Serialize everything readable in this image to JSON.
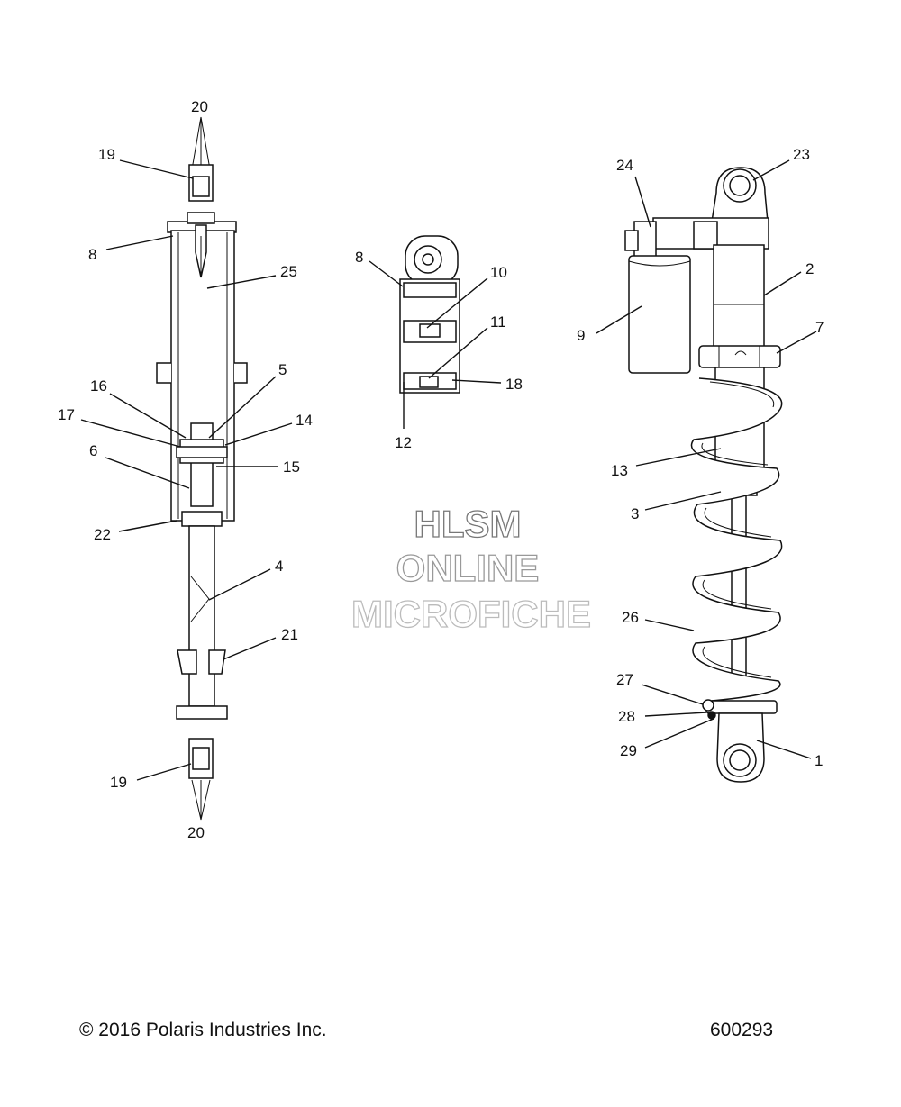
{
  "watermark": {
    "line1": "HLSM",
    "line2": "ONLINE",
    "line3": "MICROFICHE"
  },
  "footer": {
    "copyright": "© 2016 Polaris Industries Inc.",
    "figure_number": "600293"
  },
  "callouts": {
    "left_shock": [
      "20",
      "19",
      "8",
      "25",
      "16",
      "5",
      "17",
      "14",
      "6",
      "15",
      "22",
      "4",
      "21",
      "19",
      "20"
    ],
    "reservoir_detail": [
      "8",
      "10",
      "11",
      "18",
      "12"
    ],
    "right_shock": [
      "24",
      "23",
      "2",
      "9",
      "7",
      "13",
      "3",
      "26",
      "27",
      "28",
      "29",
      "1"
    ]
  }
}
